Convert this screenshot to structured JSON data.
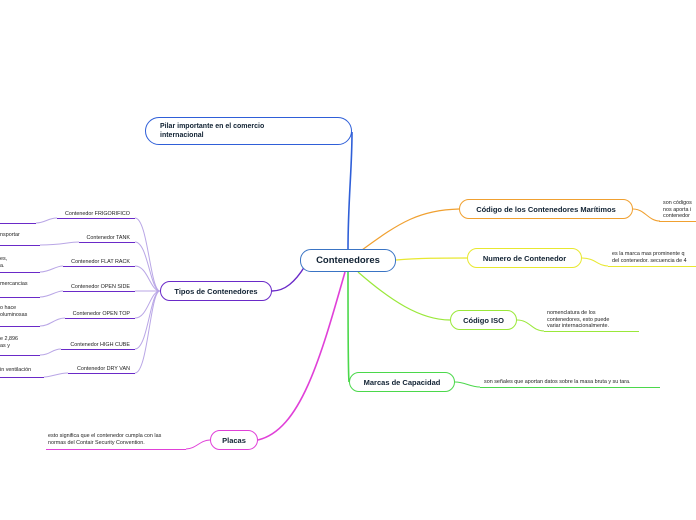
{
  "root": {
    "title": "Contenedores"
  },
  "pilar": {
    "text": "Pilar importante en el comercio internacional"
  },
  "codigo_maritimos": {
    "title": "Código de los Contenedores Marítimos",
    "note": "son códigos\nnos aporta i\ncontenedor"
  },
  "numero": {
    "title": "Numero de Contenedor",
    "note": "es la marca mas prominente q\ndel contenedor. secuencia de 4"
  },
  "codigo_iso": {
    "title": "Código ISO",
    "note": "nomenclatura de los\ncontenedores, esto puede\nvariar internacionalmente."
  },
  "marcas": {
    "title": "Marcas de Capacidad",
    "note": "son señales que aportan datos sobre la masa bruta y su tara."
  },
  "placas": {
    "title": "Placas",
    "note": "esto significa que el contenedor cumpla con las\nnormas del Contair Security Convention."
  },
  "tipos": {
    "title": "Tipos de Contenedores",
    "items": [
      {
        "label": "Contenedor FRIGORIFICO",
        "note": ""
      },
      {
        "label": "Contenedor TANK",
        "note": "nsportar"
      },
      {
        "label": "Contenedor FLAT RACK",
        "note": "es,\na."
      },
      {
        "label": "Contenedor OPEN SIDE",
        "note": "mercancias"
      },
      {
        "label": "Contenedor OPEN TOP",
        "note": "o hace\noluminosas"
      },
      {
        "label": "Contenedor HIGH CUBE",
        "note": "e 2,896\nas y"
      },
      {
        "label": "Contenedor DRY VAN",
        "note": "in ventilación"
      }
    ]
  },
  "colors": {
    "blue": "#2f5fd8",
    "orange": "#f0a030",
    "yellow": "#e8e830",
    "lime": "#9ae83a",
    "green": "#4bd84b",
    "purple": "#6a2ac8",
    "magenta": "#e040d8"
  }
}
